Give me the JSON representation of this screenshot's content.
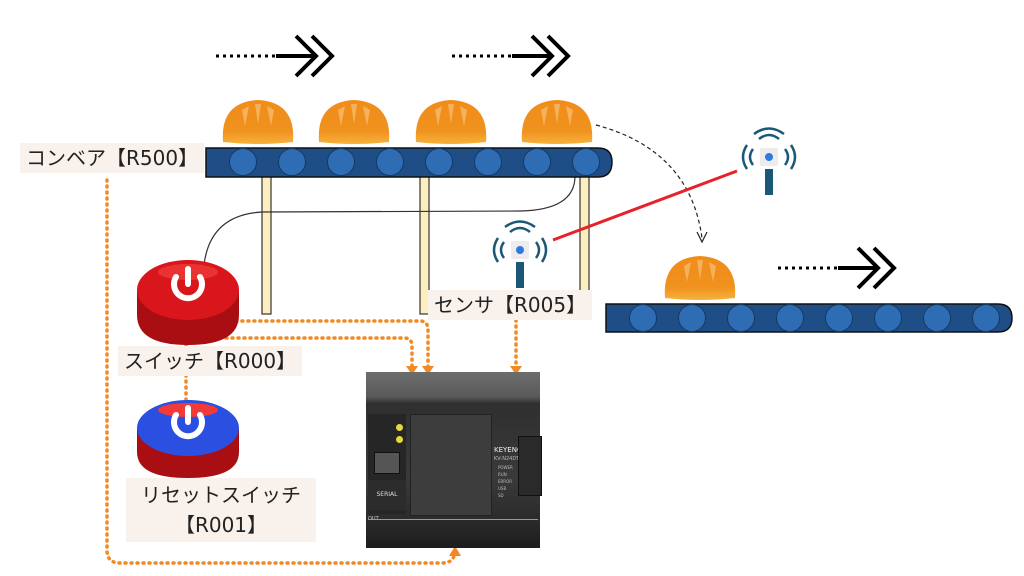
{
  "title": "PLC conveyor control diagram",
  "labels": {
    "conveyor": "コンベア【R500】",
    "sensor": "センサ【R005】",
    "switch": "スイッチ【R000】",
    "reset_switch_line1": "リセットスイッチ",
    "reset_switch_line2": "【R001】"
  },
  "plc": {
    "brand": "KEYENCE",
    "model": "KV-N24DT",
    "serial_port_label": "SERIAL",
    "out_label": "OUT",
    "status_leds": [
      "POWER",
      "RUN",
      "ERROR",
      "USB",
      "SD"
    ]
  },
  "diagram": {
    "upper_conveyor_roller_count": 8,
    "lower_conveyor_roller_count": 8,
    "upper_conveyor_bread_count": 4,
    "lower_conveyor_bread_count": 1,
    "direction_arrows": 3,
    "signal_wire_color": "#f08a24",
    "sensor_beam_color": "#e8202a",
    "conveyor_color": "#1f4e87",
    "roller_color": "#2e6db4",
    "bread_color": "#f0941e",
    "switch_color": "#d9161c",
    "reset_switch_color": "#2b4fe0",
    "sensor_color": "#1b5878"
  }
}
